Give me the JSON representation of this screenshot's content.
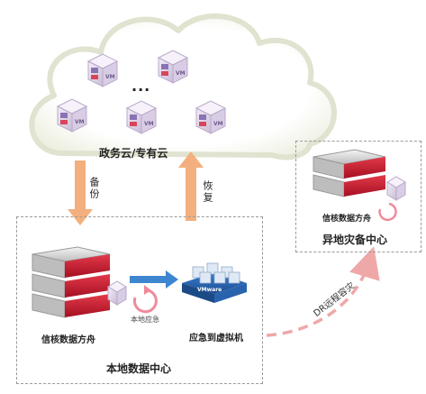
{
  "cloud": {
    "label": "政务云/专有云",
    "ellipsis": "...",
    "vm_badge": "VM"
  },
  "arrows": {
    "backup": "备份",
    "restore": "恢复",
    "dr_link": "DR远程容灾"
  },
  "local_dc": {
    "title": "本地数据中心",
    "server_label": "信核数据方舟",
    "local_emergency": "本地应急",
    "vm_target": "应急到虚拟机",
    "platform_badge": "VMware"
  },
  "remote_dc": {
    "title": "异地灾备中心",
    "server_label": "信核数据方舟"
  },
  "colors": {
    "cloud_fill": "#ffffff",
    "cloud_stroke": "#dfe3cf",
    "arrow_orange": "#f3b07e",
    "arrow_blue": "#3e86d0",
    "dr_dash": "#efa8a8",
    "server_red": "#c8192f",
    "server_gray": "#a9a9a9"
  }
}
